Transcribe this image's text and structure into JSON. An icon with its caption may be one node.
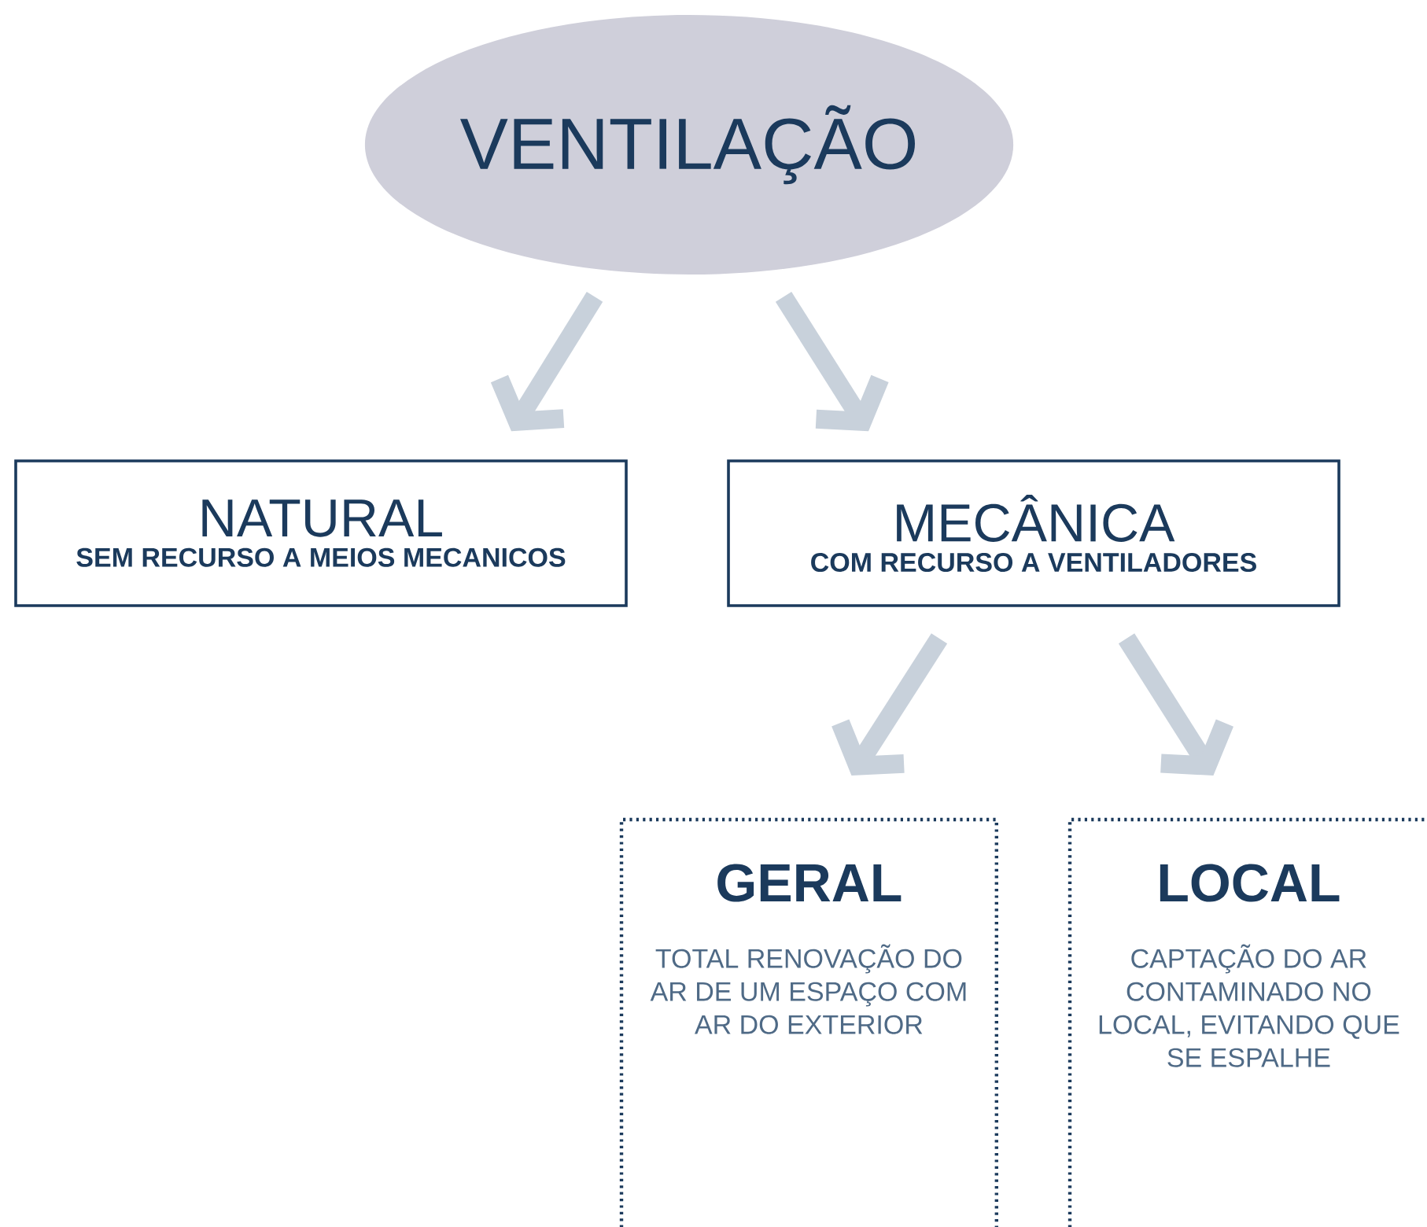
{
  "diagram": {
    "nodes": [
      {
        "text": [
          "VENTILAÇÃO"
        ]
      },
      {
        "text": [
          "NATURAL",
          "SEM RECURSO A MEIOS MECANICOS"
        ]
      },
      {
        "text": [
          "MECÂNICA",
          "COM RECURSO A VENTILADORES"
        ]
      },
      {
        "text": [
          "GERAL",
          "TOTAL RENOVAÇÃO DO AR DE UM ESPAÇO COM AR DO EXTERIOR"
        ]
      },
      {
        "text": [
          "LOCAL",
          "CAPTAÇÃO DO AR CONTAMINADO NO LOCAL, EVITANDO QUE SE ESPALHE"
        ]
      }
    ],
    "edges": [
      {
        "from": 0,
        "to": 1,
        "arrow": "to"
      },
      {
        "from": 0,
        "to": 2,
        "arrow": "to"
      },
      {
        "from": 2,
        "to": 3,
        "arrow": "to"
      },
      {
        "from": 2,
        "to": 4,
        "arrow": "to"
      }
    ]
  }
}
